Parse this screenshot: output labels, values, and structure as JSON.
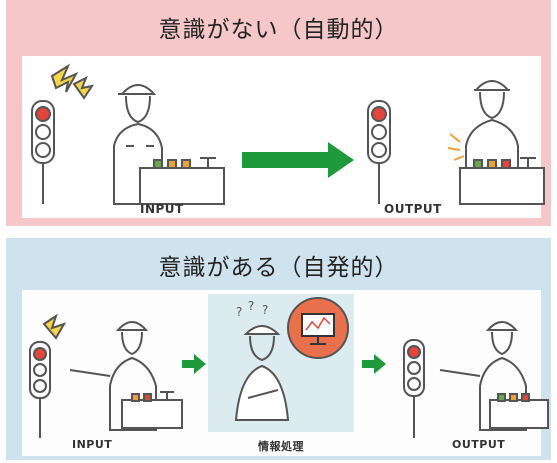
{
  "top": {
    "title": "意識がない（自動的）",
    "input_label": "INPUT",
    "output_label": "OUTPUT"
  },
  "bottom": {
    "title": "意識がある（自発的）",
    "input_label": "INPUT",
    "process_label": "情報処理",
    "output_label": "OUTPUT"
  },
  "colors": {
    "top_panel": "#f5c7c8",
    "bottom_panel": "#cfe3ee",
    "arrow": "#1f9a3a",
    "signal_red": "#e0463c",
    "monitor_bubble": "#e8704c"
  }
}
